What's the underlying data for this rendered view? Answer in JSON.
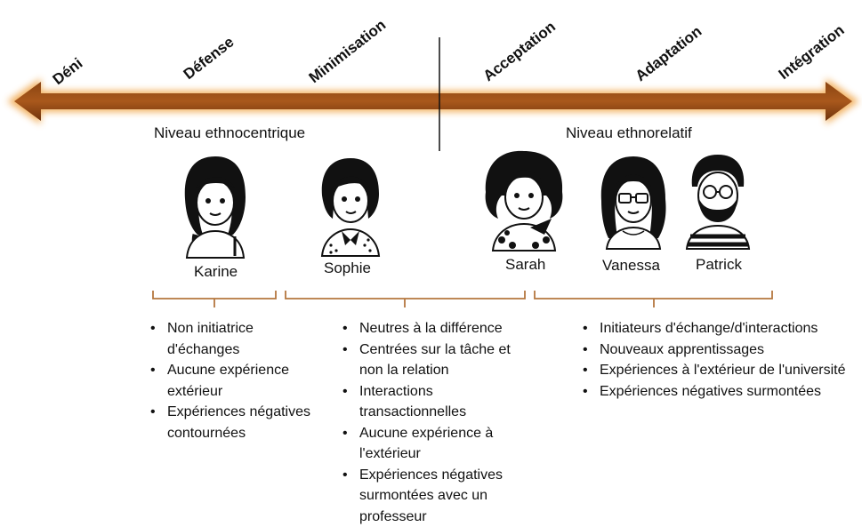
{
  "stages": [
    "Déni",
    "Défense",
    "Minimisation",
    "Acceptation",
    "Adaptation",
    "Intégration"
  ],
  "levels": {
    "ethnocentric": "Niveau ethnocentrique",
    "ethnorelative": "Niveau ethnorelatif"
  },
  "people": [
    {
      "name": "Karine",
      "icon": "woman-braid-avatar"
    },
    {
      "name": "Sophie",
      "icon": "woman-short-hair-avatar"
    },
    {
      "name": "Sarah",
      "icon": "woman-curly-hair-avatar"
    },
    {
      "name": "Vanessa",
      "icon": "woman-glasses-avatar"
    },
    {
      "name": "Patrick",
      "icon": "man-beard-glasses-avatar"
    }
  ],
  "groups": [
    {
      "bullets": [
        "Non initiatrice d'échanges",
        "Aucune expérience extérieur",
        "Expériences négatives contournées"
      ]
    },
    {
      "bullets": [
        "Neutres à la différence",
        "Centrées sur la tâche et non la relation",
        "Interactions transactionnelles",
        "Aucune expérience à l'extérieur",
        "Expériences négatives surmontées avec un professeur"
      ]
    },
    {
      "bullets": [
        "Initiateurs d'échange/d'interactions",
        "Nouveaux apprentissages",
        "Expériences à l'extérieur de l'université",
        "Expériences négatives surmontées"
      ]
    }
  ],
  "colors": {
    "arrow_dark": "#7a3a0c",
    "arrow_mid": "#a0541c",
    "arrow_glow": "#f0a64a"
  }
}
